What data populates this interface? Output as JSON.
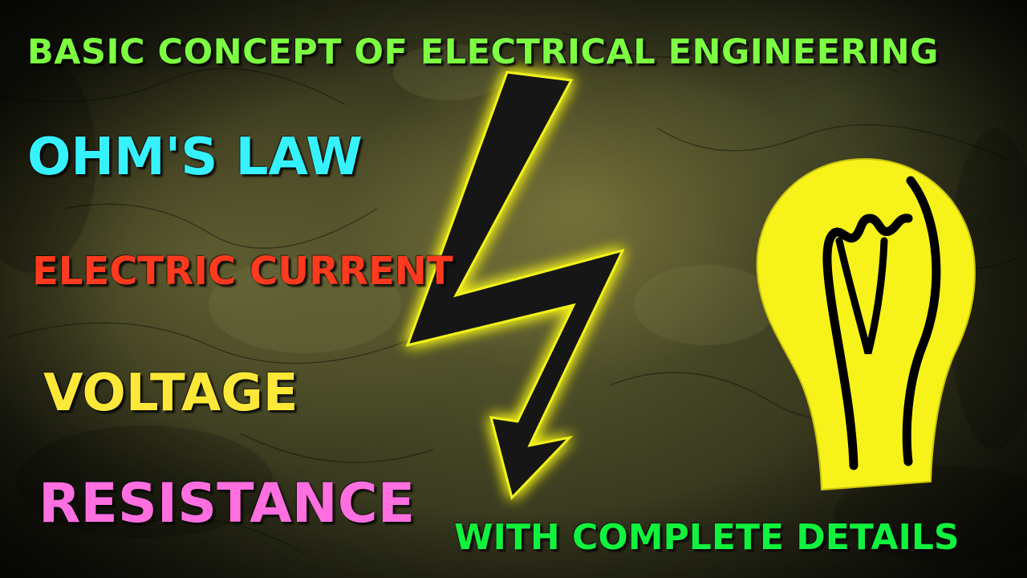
{
  "texts": {
    "heading": "BASIC CONCEPT OF ELECTRICAL ENGINEERING",
    "ohms_law": "OHM'S LAW",
    "electric_current": "ELECTRIC CURRENT",
    "voltage": "VOLTAGE",
    "resistance": "RESISTANCE",
    "details": "WITH COMPLETE DETAILS"
  },
  "colors": {
    "heading": "#7dff42",
    "ohms_law": "#36f2ff",
    "electric_current": "#ff3a1e",
    "voltage": "#ffe838",
    "resistance": "#ff6fe0",
    "details": "#10f23e",
    "bolt_fill": "#141414",
    "bolt_glow": "#f2f21a",
    "bulb_fill": "#f7f21a",
    "bulb_filament": "#000000"
  },
  "graphics": {
    "bolt": "lightning-bolt-icon",
    "bulb": "light-bulb-icon"
  }
}
